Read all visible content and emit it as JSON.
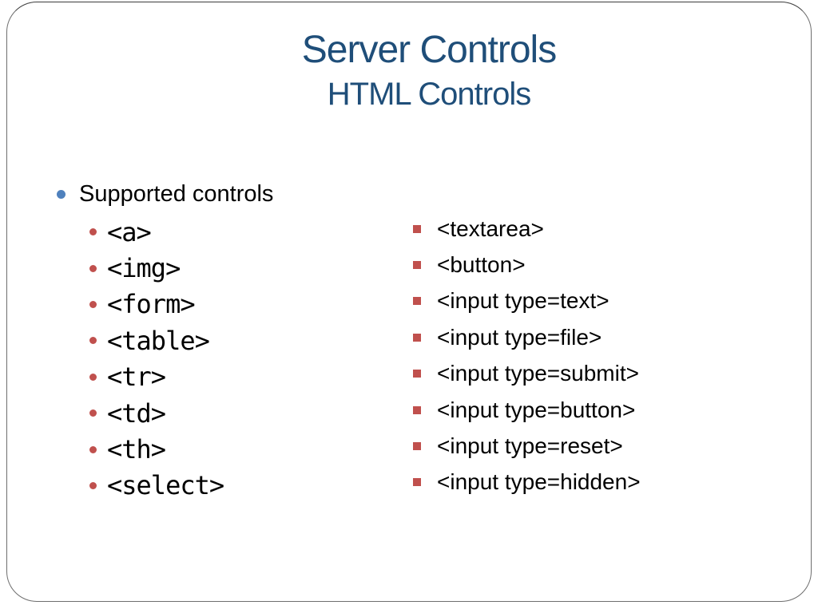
{
  "slide": {
    "title": "Server Controls",
    "subtitle": "HTML Controls",
    "heading": "Supported controls",
    "left_items": [
      "<a>",
      "<img>",
      "<form>",
      "<table>",
      "<tr>",
      "<td>",
      "<th>",
      "<select>"
    ],
    "right_items": [
      "<textarea>",
      "<button>",
      "<input type=text>",
      "<input type=file>",
      "<input type=submit>",
      "<input type=button>",
      "<input type=reset>",
      "<input type=hidden>"
    ],
    "colors": {
      "title_text": "#1F4E79",
      "level1_bullet": "#4F81BD",
      "level2_bullet": "#C0504D",
      "body_text": "#000000",
      "frame_border": "#6e6e6e"
    }
  }
}
